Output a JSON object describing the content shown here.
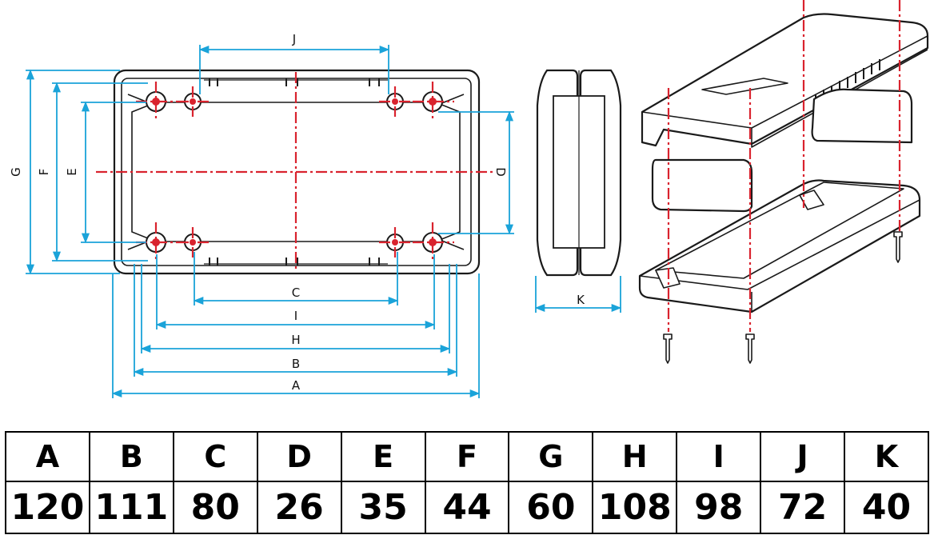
{
  "drawing": {
    "dimension_labels": {
      "A": "A",
      "B": "B",
      "C": "C",
      "D": "D",
      "E": "E",
      "F": "F",
      "G": "G",
      "H": "H",
      "I": "I",
      "J": "J",
      "K": "K"
    },
    "colors": {
      "outline": "#1a1a1a",
      "dimension_line": "#1aa3d9",
      "center_line": "#d9232e",
      "fill": "#ffffff"
    }
  },
  "table": {
    "headers": [
      "A",
      "B",
      "C",
      "D",
      "E",
      "F",
      "G",
      "H",
      "I",
      "J",
      "K"
    ],
    "values": [
      "120",
      "111",
      "80",
      "26",
      "35",
      "44",
      "60",
      "108",
      "98",
      "72",
      "40"
    ]
  }
}
